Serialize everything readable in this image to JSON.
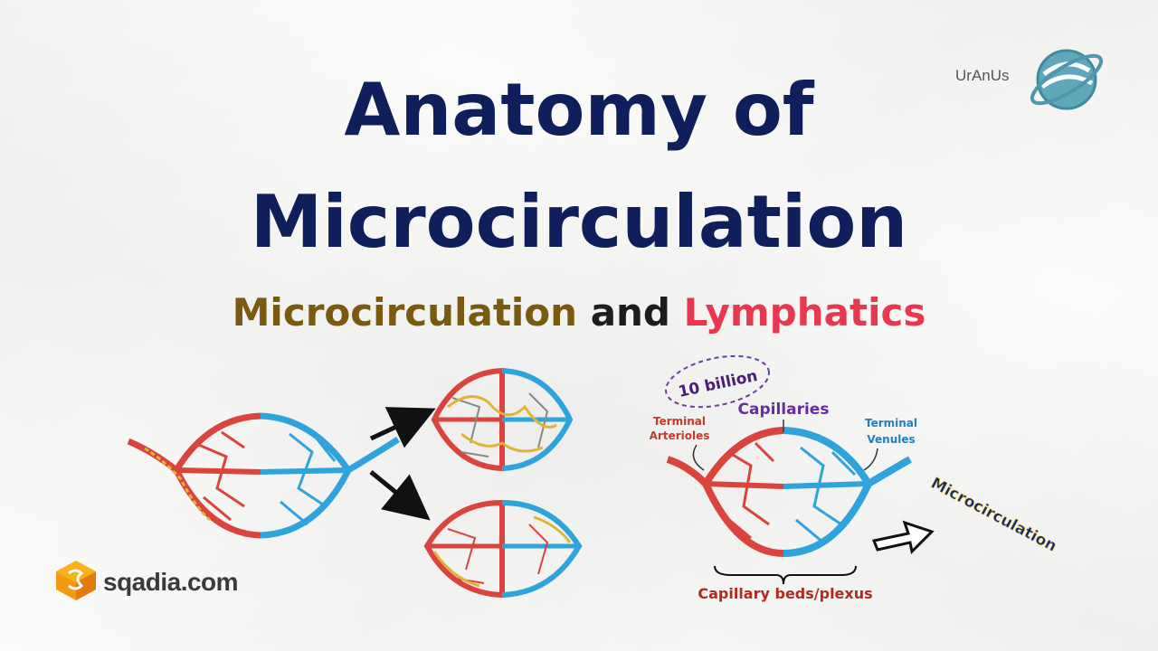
{
  "title": {
    "line1": "Anatomy of",
    "line2": "Microcirculation"
  },
  "subtitle": {
    "part1": "Microcirculation",
    "part2": "and",
    "part3": "Lymphatics"
  },
  "brand": {
    "name": "UrAnUs",
    "website": "sqadia.com"
  },
  "diagram": {
    "count_bubble": "10 billion",
    "capillaries": "Capillaries",
    "terminal_arterioles_1": "Terminal",
    "terminal_arterioles_2": "Arterioles",
    "terminal_venules_1": "Terminal",
    "terminal_venules_2": "Venules",
    "microcirculation": "Microcirculation",
    "capillary_beds": "Capillary beds/plexus"
  },
  "colors": {
    "title": "#0e1f5b",
    "subtitle_micro": "#7a5a10",
    "subtitle_lymph": "#e8384f",
    "artery": "#d9453c",
    "vein": "#2fa3dc",
    "lymph": "#e0b43a"
  }
}
